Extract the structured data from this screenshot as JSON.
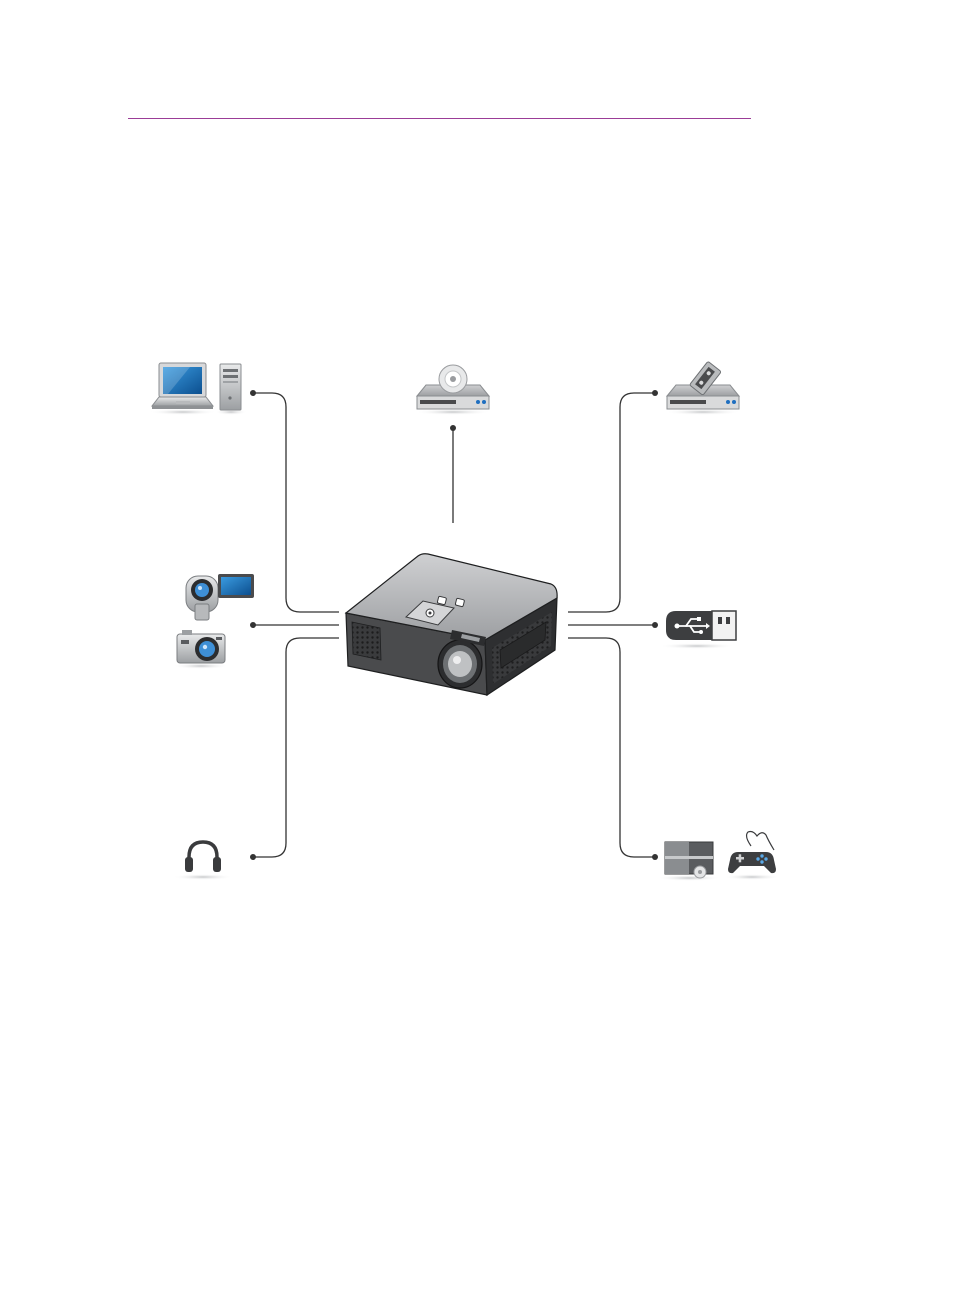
{
  "colors": {
    "header_rule": "#9b3d97",
    "wire": "#333333",
    "device_gray": "#8a8d90",
    "device_dark": "#3a3b3d",
    "screen_blue": "#1a6fb8",
    "accent_blue": "#2a7fd0"
  },
  "devices": [
    {
      "id": "computer",
      "icons": [
        "laptop-icon",
        "desktop-tower-icon"
      ]
    },
    {
      "id": "dvd-player",
      "icons": [
        "dvd-player-icon"
      ]
    },
    {
      "id": "vcr",
      "icons": [
        "vcr-icon"
      ]
    },
    {
      "id": "camera",
      "icons": [
        "camcorder-icon",
        "digital-camera-icon"
      ]
    },
    {
      "id": "usb",
      "icons": [
        "usb-drive-icon"
      ]
    },
    {
      "id": "headphones",
      "icons": [
        "headphones-icon"
      ]
    },
    {
      "id": "game-console",
      "icons": [
        "game-console-icon",
        "gamepad-icon"
      ]
    }
  ],
  "hub": {
    "icon": "projector-icon"
  }
}
